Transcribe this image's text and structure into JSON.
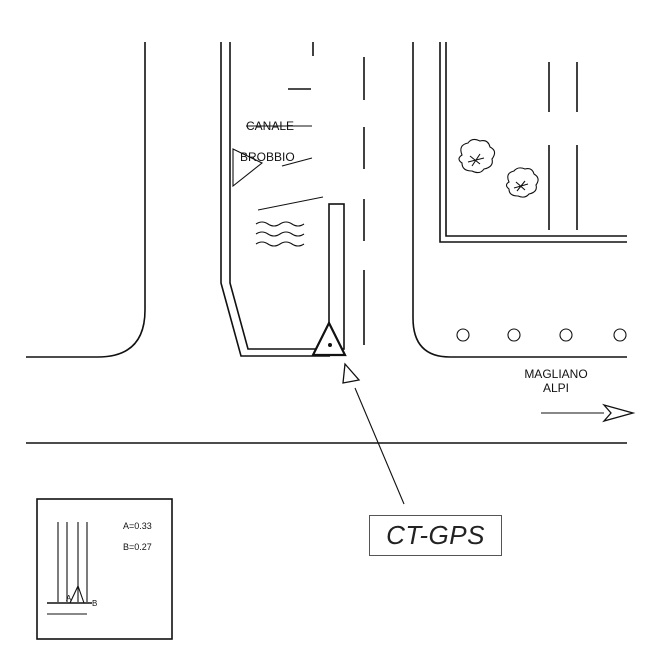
{
  "map": {
    "canal_label_line1": "CANALE",
    "canal_label_line2": "BROBBIO",
    "destination_line1": "MAGLIANO",
    "destination_line2": "ALPI",
    "station_label": "CT-GPS"
  },
  "inset": {
    "param_a": "A=0.33",
    "param_b": "B=0.27",
    "marker_a": "A",
    "marker_b": "B"
  },
  "colors": {
    "ink": "#111111",
    "label_border": "#555555",
    "background": "#ffffff"
  }
}
